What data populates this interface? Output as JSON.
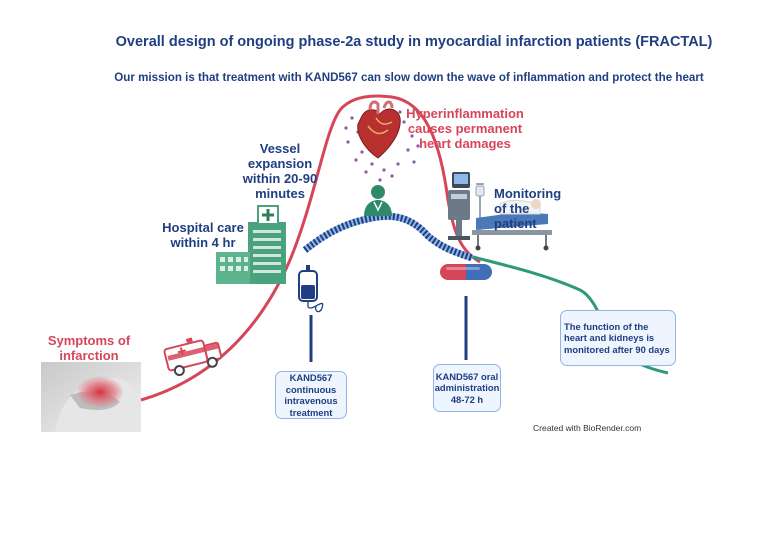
{
  "title": "Overall design of ongoing phase-2a study in myocardial infarction patients (FRACTAL)",
  "subtitle": "Our mission is that treatment with KAND567 can slow down the wave of inflammation and protect the heart",
  "labels": {
    "symptoms": "Symptoms of infarction",
    "hospital": "Hospital care within 4 hr",
    "vessel": "Vessel expansion within 20-90 minutes",
    "hyper": "Hyperinflammation causes permanent heart damages",
    "monitoring": "Monitoring of the patient"
  },
  "boxes": {
    "iv": "KAND567 continuous intravenous treatment",
    "oral": "KAND567 oral administration 48-72 h",
    "function": "The function of the heart and kidneys is monitored after 90 days"
  },
  "credit": "Created with BioRender.com",
  "colors": {
    "navy": "#1f3f82",
    "red_curve": "#d5465a",
    "green_curve": "#2f9a7a",
    "box_border": "#8fb6e6",
    "box_fill": "#eef5fe"
  },
  "icons": [
    "patient-photo",
    "ambulance-icon",
    "hospital-building-icon",
    "iv-bag-icon",
    "heart-icon",
    "doctor-icon",
    "hospital-bed-monitor-icon",
    "capsule-icon"
  ]
}
